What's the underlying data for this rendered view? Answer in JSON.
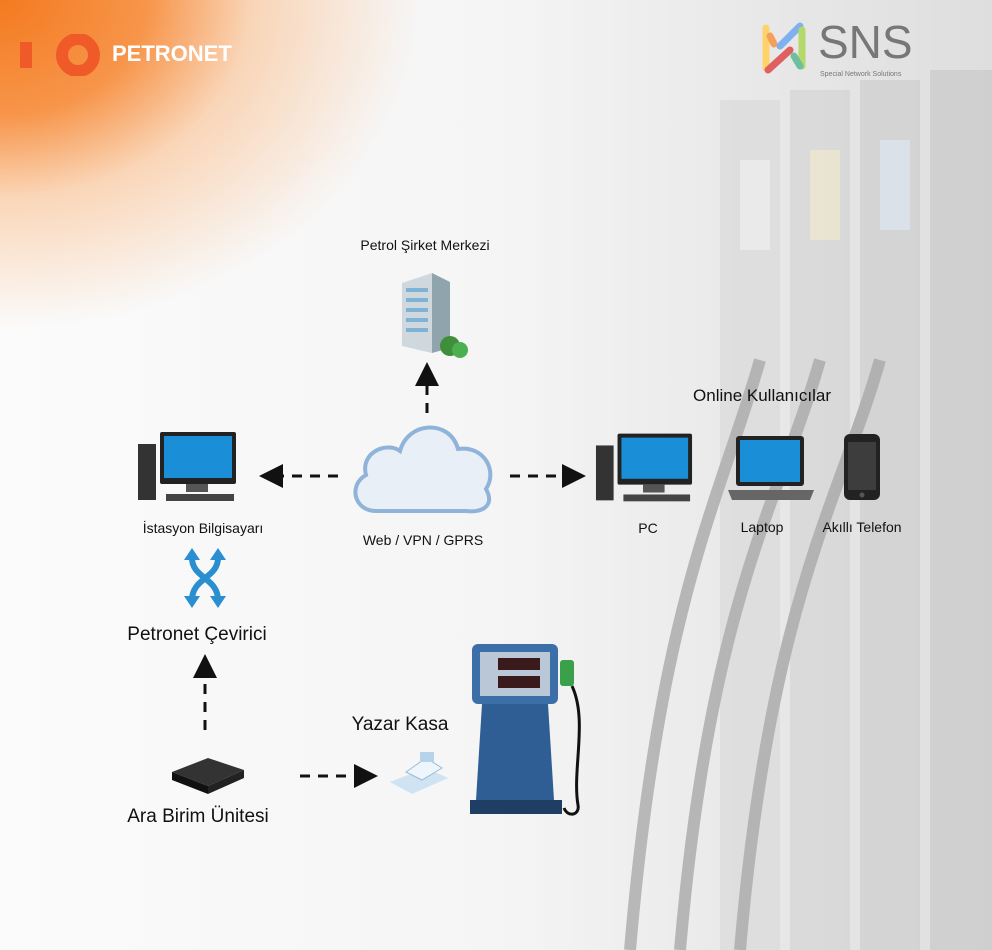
{
  "logos": {
    "left": "PETRONET",
    "right": "SNS",
    "right_tagline": "Special Network Solutions"
  },
  "nodes": {
    "hq": "Petrol Şirket Merkezi",
    "cloud": "Web / VPN / GPRS",
    "station_pc": "İstasyon Bilgisayarı",
    "converter": "Petronet Çevirici",
    "unit": "Ara Birim Ünitesi",
    "register": "Yazar Kasa",
    "online_title": "Online Kullanıcılar",
    "pc": "PC",
    "laptop": "Laptop",
    "phone": "Akıllı Telefon"
  },
  "colors": {
    "brand": "#f05a28",
    "screen": "#1a8fd8",
    "arrow": "#111111"
  }
}
